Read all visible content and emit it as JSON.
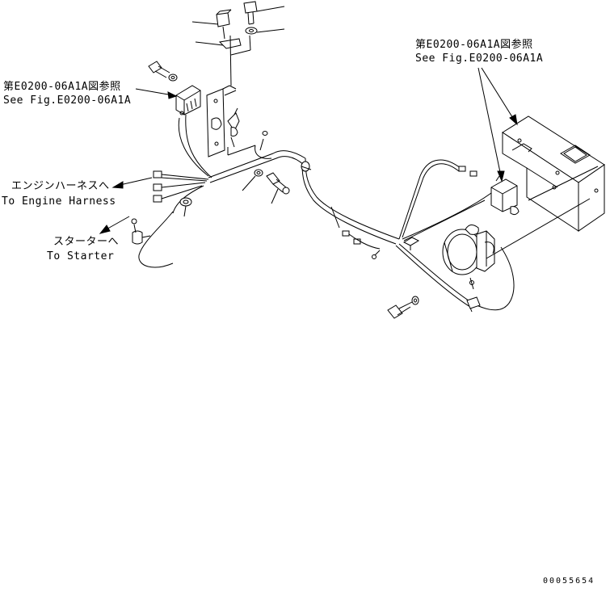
{
  "labels": {
    "ref_left_jp": "第E0200-06A1A図参照",
    "ref_left_en": "See Fig.E0200-06A1A",
    "ref_right_jp": "第E0200-06A1A図参照",
    "ref_right_en": "See Fig.E0200-06A1A",
    "engine_jp": "エンジンハーネスへ",
    "engine_en": "To Engine Harness",
    "starter_jp": "スターターへ",
    "starter_en": "To Starter"
  },
  "drawing_code": "00055654"
}
